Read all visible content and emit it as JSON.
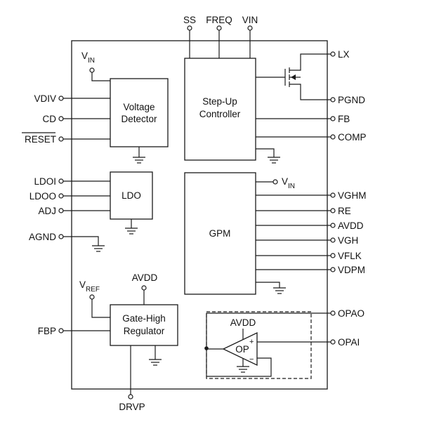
{
  "blocks": {
    "voltage_detector": [
      "Voltage",
      "Detector"
    ],
    "step_up_controller": [
      "Step-Up",
      "Controller"
    ],
    "ldo": "LDO",
    "gpm": "GPM",
    "gate_high_regulator": [
      "Gate-High",
      "Regulator"
    ],
    "op_amp": "OP"
  },
  "pins": {
    "top": [
      "SS",
      "FREQ",
      "VIN"
    ],
    "left": [
      "VDIV",
      "CD",
      "RESET",
      "LDOI",
      "LDOO",
      "ADJ",
      "AGND",
      "FBP"
    ],
    "right": [
      "LX",
      "PGND",
      "FB",
      "COMP",
      "VGHM",
      "RE",
      "AVDD",
      "VGH",
      "VFLK",
      "VDPM",
      "OPAO",
      "OPAI"
    ],
    "bottom": "DRVP"
  },
  "labels": {
    "vin_main": "V",
    "vin_sub": "IN",
    "vref_main": "V",
    "vref_sub": "REF",
    "avdd_gate": "AVDD",
    "avdd_op": "AVDD",
    "op_plus": "+",
    "op_minus": "−"
  }
}
